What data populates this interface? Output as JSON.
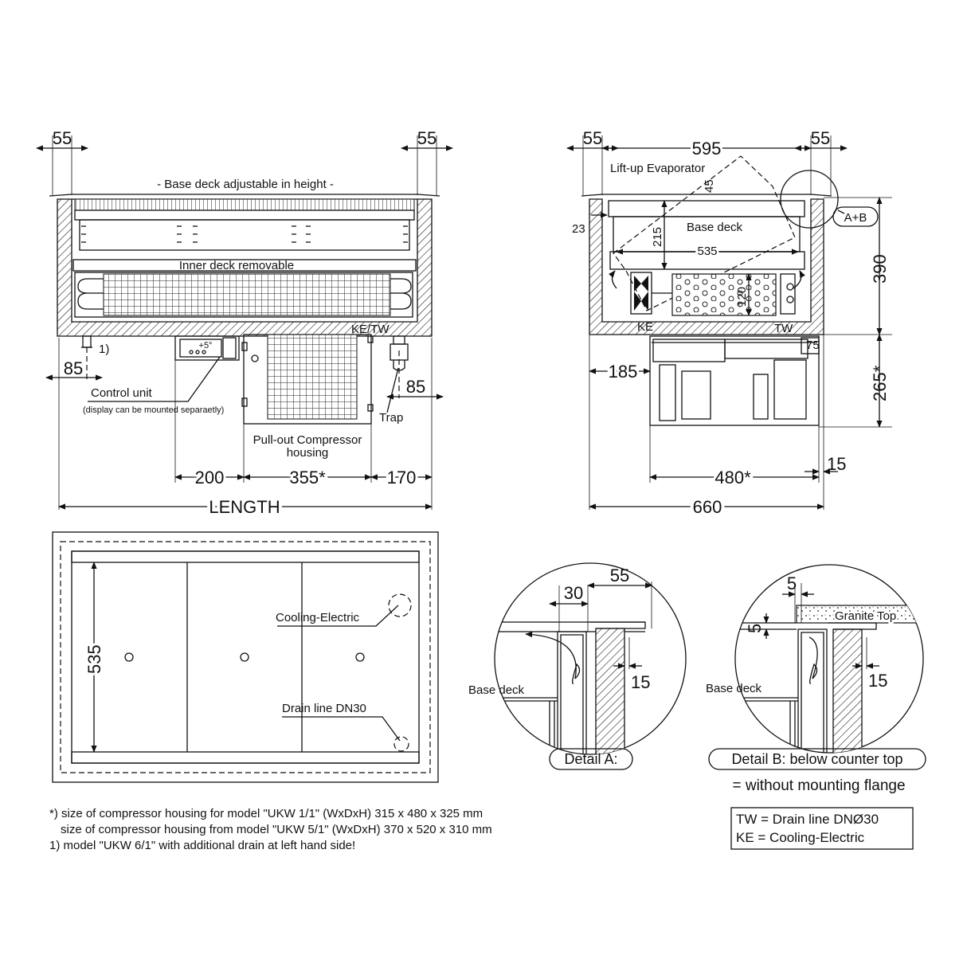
{
  "front_view": {
    "dim_left_flange": "55",
    "dim_right_flange": "55",
    "base_deck_note": "- Base deck adjustable in height -",
    "inner_deck_note": "Inner deck removable",
    "ke_tw": "KE/TW",
    "footnote_ref": "1)",
    "dim_drain_left": "85",
    "dim_drain_right": "85",
    "control_unit": "Control unit",
    "control_unit_note": "(display can be mounted separaetly)",
    "display_value": "+5°",
    "trap": "Trap",
    "compressor_housing_line1": "Pull-out Compressor",
    "compressor_housing_line2": "housing",
    "dim_200": "200",
    "dim_355": "355*",
    "dim_170": "170",
    "length": "LENGTH"
  },
  "side_view": {
    "dim_left_flange": "55",
    "dim_width": "595",
    "dim_right_flange": "55",
    "evaporator": "Lift-up Evaporator",
    "dim_45": "45",
    "base_deck": "Base deck",
    "dim_23": "23",
    "dim_215": "215",
    "dim_535": "535",
    "dim_120": "120",
    "detail_ref": "A+B",
    "dim_390": "390",
    "ke": "KE",
    "tw": "TW",
    "dim_75": "75",
    "dim_185": "185",
    "dim_265": "265*",
    "dim_15": "15",
    "dim_480": "480*",
    "dim_660": "660"
  },
  "top_view": {
    "dim_535": "535",
    "cooling_electric": "Cooling-Electric",
    "drain_line": "Drain line DN30"
  },
  "detail_a": {
    "dim_30": "30",
    "dim_55": "55",
    "dim_15": "15",
    "base_deck": "Base deck",
    "title": "Detail A:"
  },
  "detail_b": {
    "dim_5_h": "5",
    "dim_5_v": "5",
    "granite_top": "Granite Top",
    "dim_15": "15",
    "base_deck": "Base deck",
    "title": "Detail B: below counter top",
    "subtitle": "= without mounting flange"
  },
  "notes": {
    "line1": "*) size of compressor housing for model \"UKW 1/1\" (WxDxH) 315 x 480 x 325 mm",
    "line2": "size of compressor housing from model  \"UKW 5/1\" (WxDxH) 370 x 520 x 310 mm",
    "line3": "1) model \"UKW 6/1\" with additional drain at left hand side!"
  },
  "legend": {
    "tw": "TW = Drain line DNØ30",
    "ke": "KE = Cooling-Electric"
  }
}
